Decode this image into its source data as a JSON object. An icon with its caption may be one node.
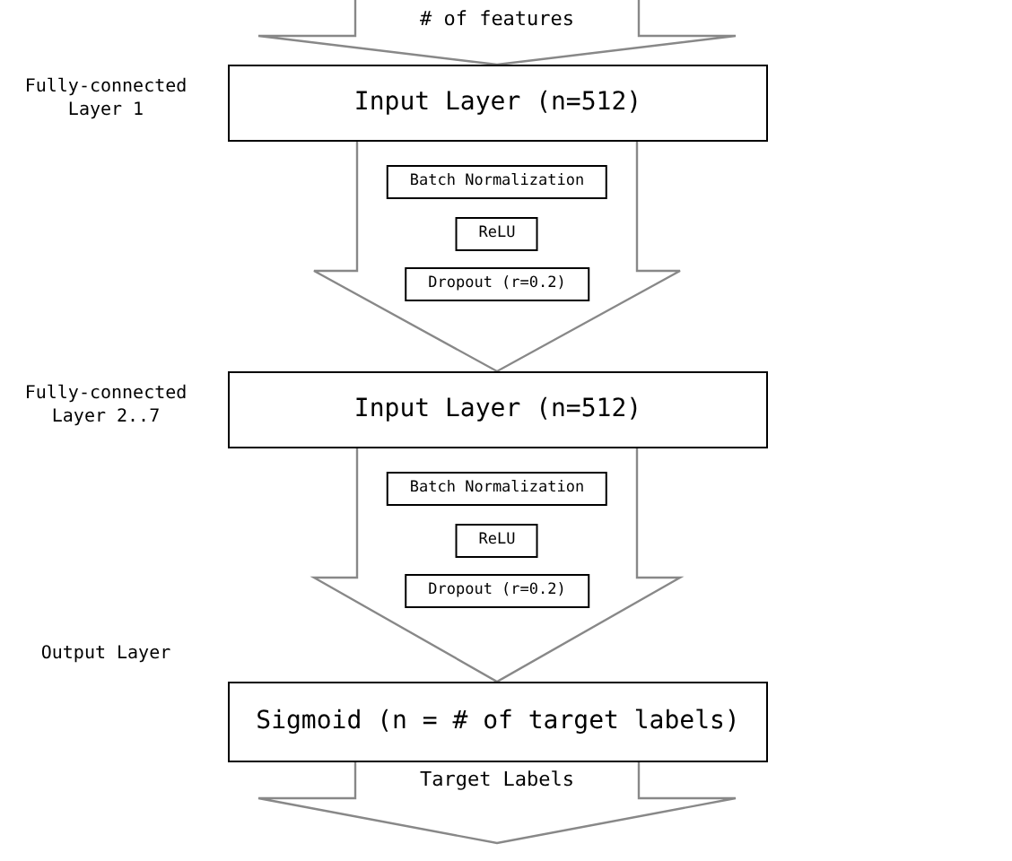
{
  "diagram": {
    "nodes": [
      {
        "text": [
          "# of features"
        ]
      },
      {
        "text": [
          "Input Layer (n=512)"
        ],
        "beside": [
          "Fully-connected Layer 1"
        ]
      },
      {
        "text": [],
        "shape": "arrow"
      },
      {
        "text": [
          "Batch Normalization"
        ],
        "in": 2
      },
      {
        "text": [
          "ReLU"
        ],
        "in": 2
      },
      {
        "text": [
          "Dropout (r=0.2)"
        ],
        "in": 2
      },
      {
        "text": [
          "Input Layer (n=512)"
        ],
        "beside": [
          "Fully-connected Layer 2..7"
        ]
      },
      {
        "text": [],
        "shape": "arrow"
      },
      {
        "text": [
          "Batch Normalization"
        ],
        "in": 7
      },
      {
        "text": [
          "ReLU"
        ],
        "in": 7
      },
      {
        "text": [
          "Dropout (r=0.2)"
        ],
        "in": 7
      },
      {
        "text": [
          "Sigmoid (n = # of target labels)"
        ],
        "beside": [
          "Output Layer"
        ]
      },
      {
        "text": [
          "Target Labels"
        ]
      }
    ]
  }
}
